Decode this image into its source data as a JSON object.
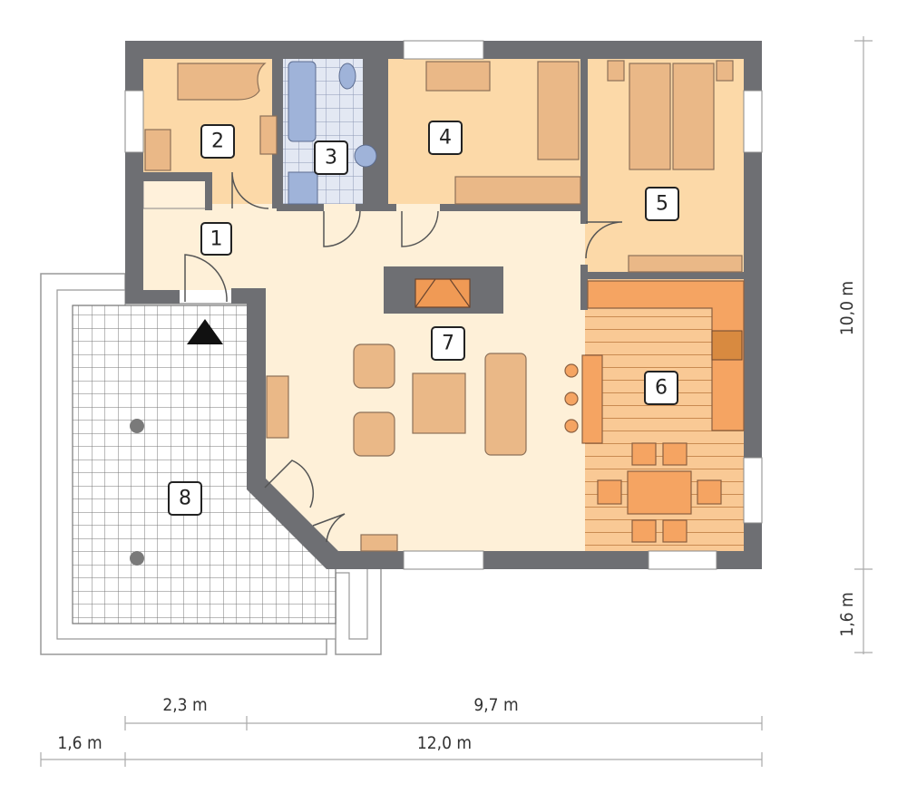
{
  "rooms": [
    {
      "number": "1"
    },
    {
      "number": "2"
    },
    {
      "number": "3"
    },
    {
      "number": "4"
    },
    {
      "number": "5"
    },
    {
      "number": "6"
    },
    {
      "number": "7"
    },
    {
      "number": "8"
    }
  ],
  "dimensions": {
    "vertical_main": "10,0 m",
    "vertical_terrace": "1,6 m",
    "top_left": "2,3 m",
    "top_right": "9,7 m",
    "bottom_left": "1,6 m",
    "bottom_total": "12,0 m"
  },
  "colors": {
    "wall": "#6e6f73",
    "bedroom": "#fcd9a8",
    "living": "#fef0d8",
    "kitchen_floor": "#f9c995",
    "kitchen_furniture": "#f5a462",
    "bathroom": "#dfe5f1",
    "bath_fixture": "#9fb3d9"
  }
}
